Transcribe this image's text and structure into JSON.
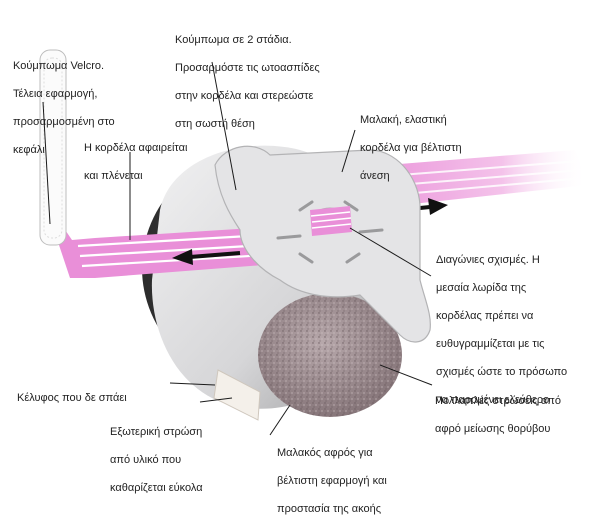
{
  "labels": {
    "two_stage": [
      "Κούμπωμα σε 2 στάδια.",
      "Προσαρμόστε τις ωτοασπίδες",
      "στην κορδέλα και στερεώστε",
      "στη σωστή θέση"
    ],
    "velcro": [
      "Κούμπωμα Velcro.",
      "Τέλεια εφαρμογή,",
      "προσαρμοσμένη στο",
      "κεφάλι"
    ],
    "removable": [
      "Η κορδέλα αφαιρείται",
      "και πλένεται"
    ],
    "soft_band": [
      "Μαλακή, ελαστική",
      "κορδέλα για βέλτιστη",
      "άνεση"
    ],
    "diagonal_cuts": [
      "Διαγώνιες σχισμές. Η",
      "μεσαία λωρίδα της",
      "κορδέλας πρέπει να",
      "ευθυγραμμίζεται με τις",
      "σχισμές ώστε το πρόσωπο",
      "να παραμένει ελεύθερο"
    ],
    "shell": [
      "Κέλυφος που δε σπάει"
    ],
    "foam_layers": [
      "Πολλαπλές στρώσεις από",
      "αφρό μείωσης θορύβου"
    ],
    "outer_layer": [
      "Εξωτερική στρώση",
      "από υλικό που",
      "καθαρίζεται εύκολα"
    ],
    "soft_foam": [
      "Μαλακός αφρός για",
      "βέλτιστη εφαρμογή και",
      "προστασία της ακοής"
    ]
  },
  "colors": {
    "band": "#e98fd8",
    "band_stripe": "#ffffff",
    "shell": "#d9d9db",
    "foam": "#9b8a8e",
    "leader": "#1a1a1a"
  }
}
